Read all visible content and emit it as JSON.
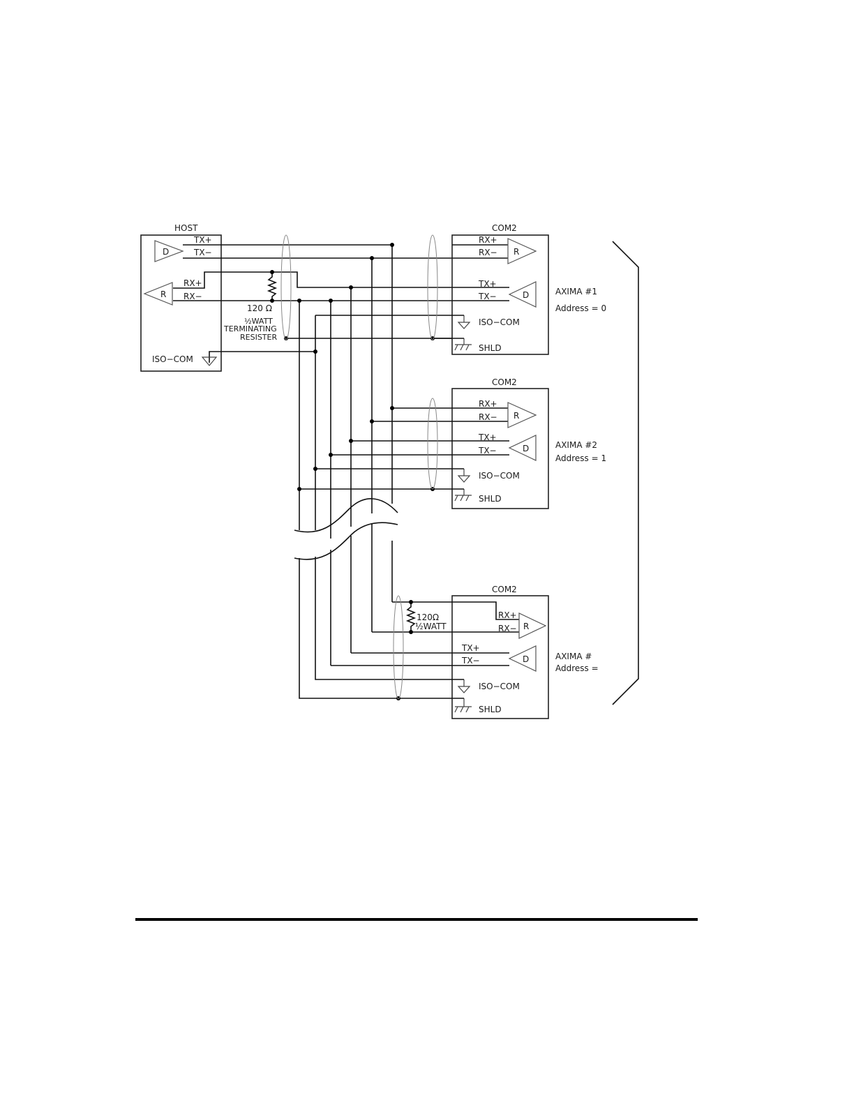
{
  "host": {
    "title": "HOST",
    "driver": "D",
    "receiver": "R",
    "tx_plus": "TX+",
    "tx_minus": "TX−",
    "rx_plus": "RX+",
    "rx_minus": "RX−",
    "iso_com": "ISO−COM",
    "resistor_value": "120 Ω",
    "resistor_watt": "½WATT",
    "resistor_desc1": "TERMINATING",
    "resistor_desc2": "RESISTER"
  },
  "units": [
    {
      "title": "COM2",
      "rx_plus": "RX+",
      "rx_minus": "RX−",
      "tx_plus": "TX+",
      "tx_minus": "TX−",
      "receiver": "R",
      "driver": "D",
      "iso_com": "ISO−COM",
      "shld": "SHLD",
      "name": "AXIMA  #1",
      "address": "Address = 0"
    },
    {
      "title": "COM2",
      "rx_plus": "RX+",
      "rx_minus": "RX−",
      "tx_plus": "TX+",
      "tx_minus": "TX−",
      "receiver": "R",
      "driver": "D",
      "iso_com": "ISO−COM",
      "shld": "SHLD",
      "name": "AXIMA  #2",
      "address": "Address = 1"
    },
    {
      "title": "COM2",
      "rx_plus": "RX+",
      "rx_minus": "RX−",
      "tx_plus": "TX+",
      "tx_minus": "TX−",
      "receiver": "R",
      "driver": "D",
      "iso_com": "ISO−COM",
      "shld": "SHLD",
      "name": "AXIMA  #",
      "address": "Address =",
      "resistor_value": "120Ω",
      "resistor_watt": "½WATT"
    }
  ]
}
